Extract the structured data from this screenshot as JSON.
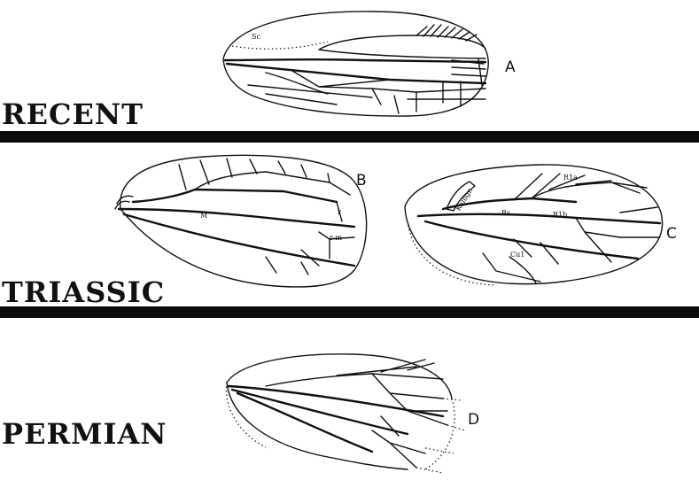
{
  "eras": {
    "recent": "RECENT",
    "triassic": "TRIASSIC",
    "permian": "PERMIAN"
  },
  "wings": {
    "A": {
      "letter": "A",
      "labels": {
        "sc": "Sc"
      }
    },
    "B": {
      "letter": "B",
      "labels": {
        "m": "M",
        "r": "r",
        "rm": "r-m"
      }
    },
    "C": {
      "letter": "C",
      "labels": {
        "ria": "R1a",
        "rs": "Rs",
        "rib": "R1b",
        "cui": "Cu1",
        "oblique": "Kalligr."
      }
    },
    "D": {
      "letter": "D"
    }
  }
}
